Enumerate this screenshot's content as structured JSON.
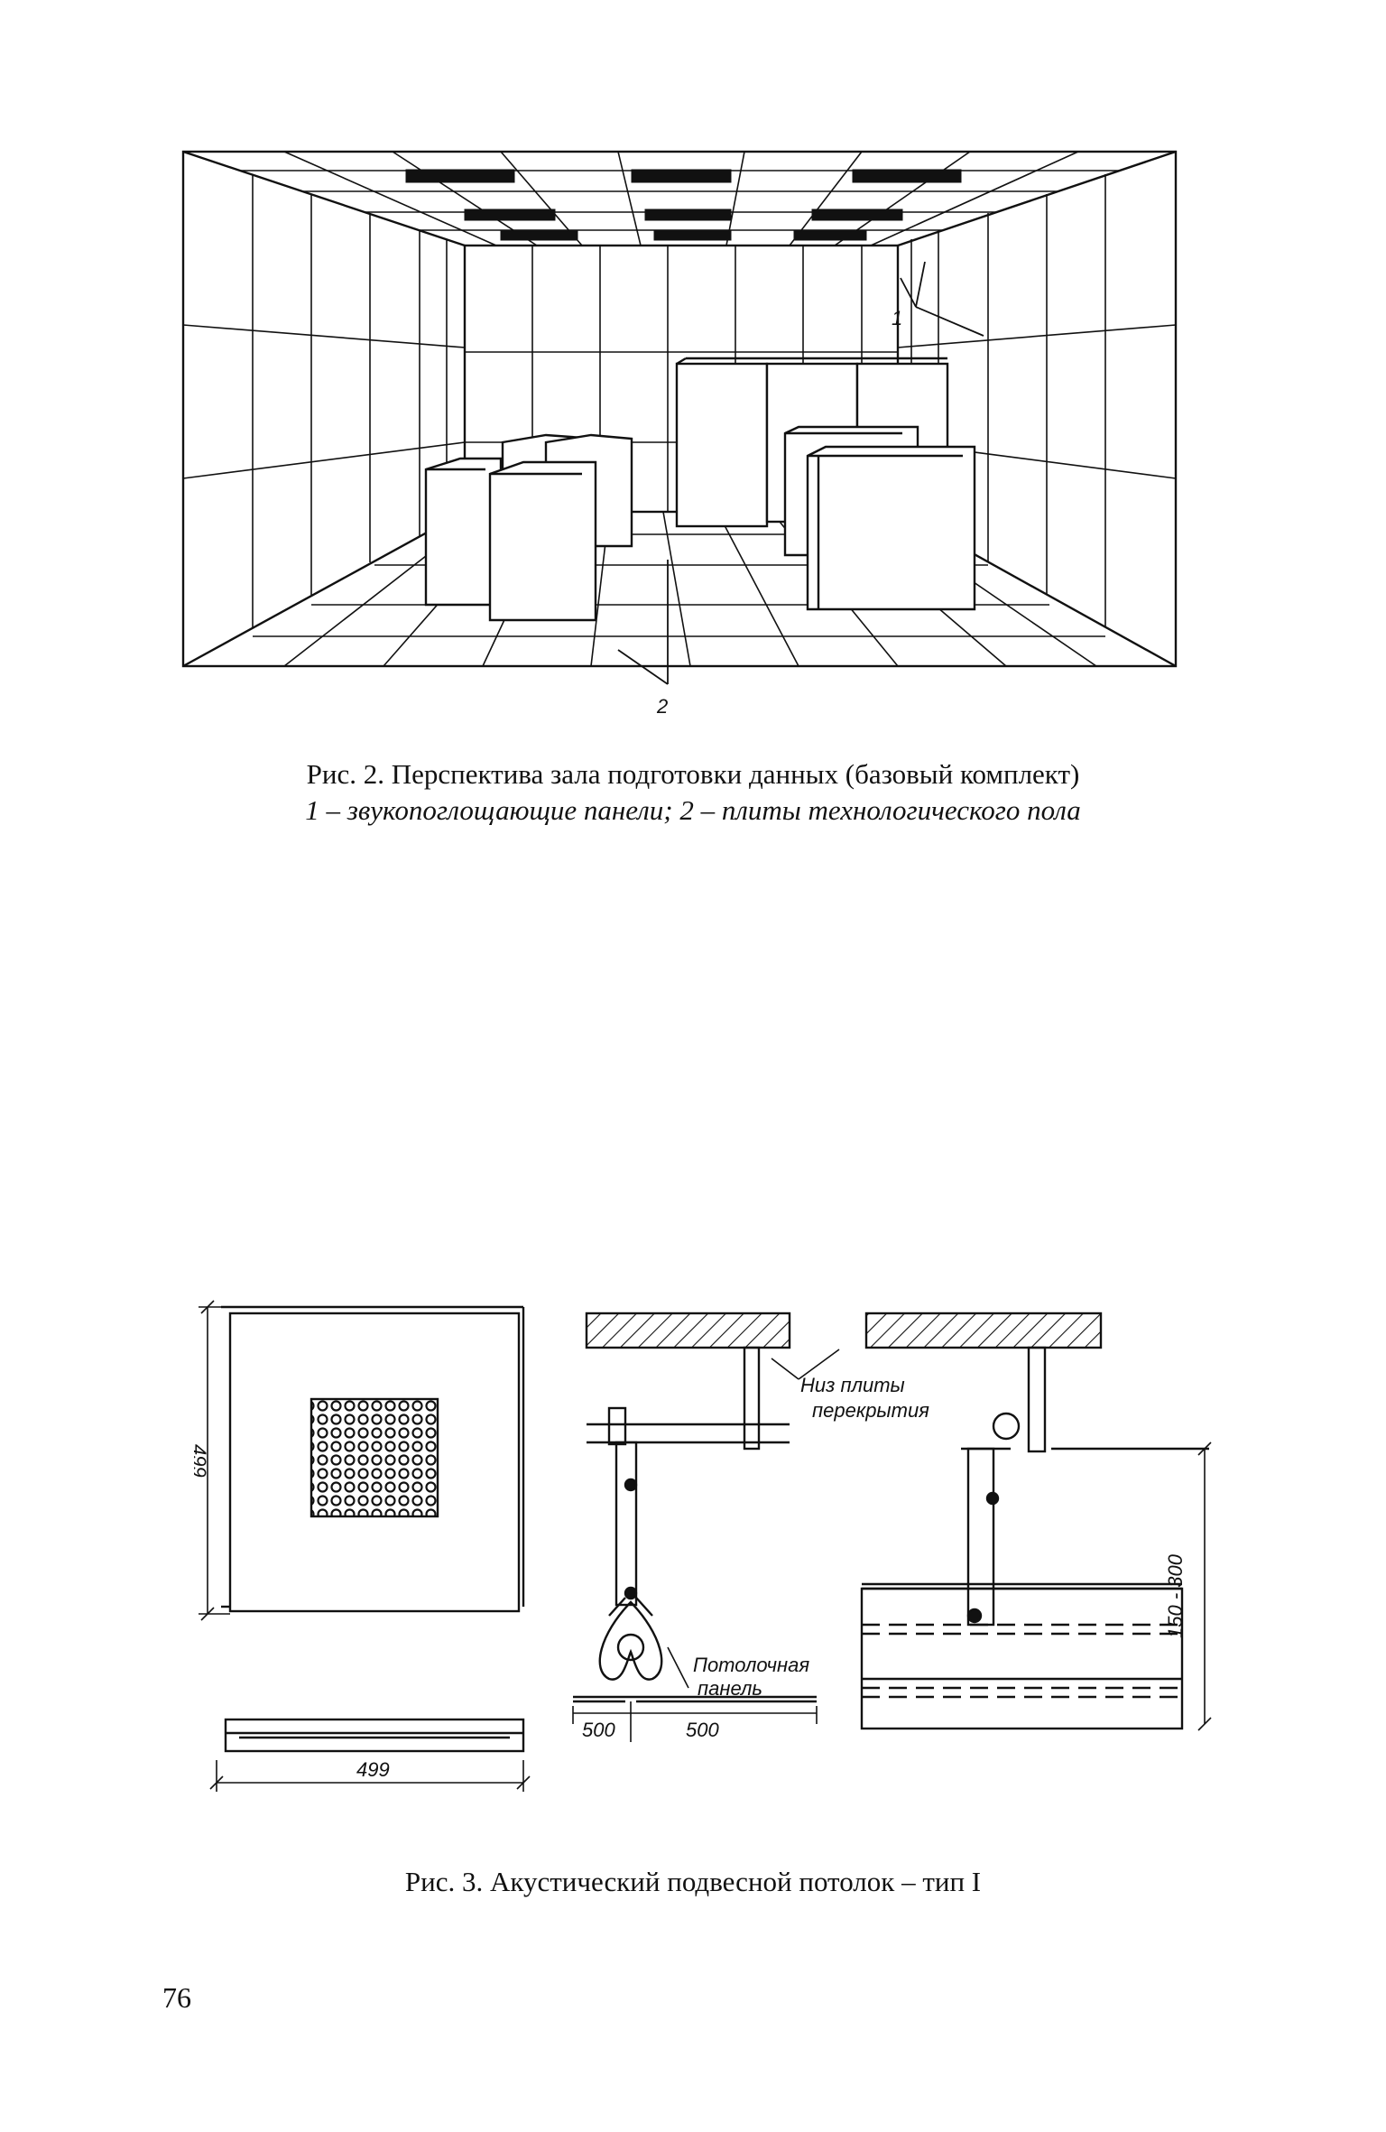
{
  "fig2": {
    "callout_1": "1",
    "callout_2": "2",
    "caption_title": "Рис. 2. Перспектива зала подготовки данных (базовый комплект)",
    "caption_legend": "1 – звукопоглощающие панели; 2 – плиты технологического пола"
  },
  "fig3": {
    "dim_panel_side": "499",
    "dim_panel_width": "499",
    "label_slab": "Низ плиты перекрытия",
    "label_slab_line1": "Низ плиты",
    "label_slab_line2": "перекрытия",
    "label_panel_line1": "Потолочная",
    "label_panel_line2": "панель",
    "dim_left": "500",
    "dim_right": "500",
    "dim_height": "150 - 300",
    "caption": "Рис. 3. Акустический подвесной потолок – тип I"
  },
  "page": {
    "number": "76"
  }
}
